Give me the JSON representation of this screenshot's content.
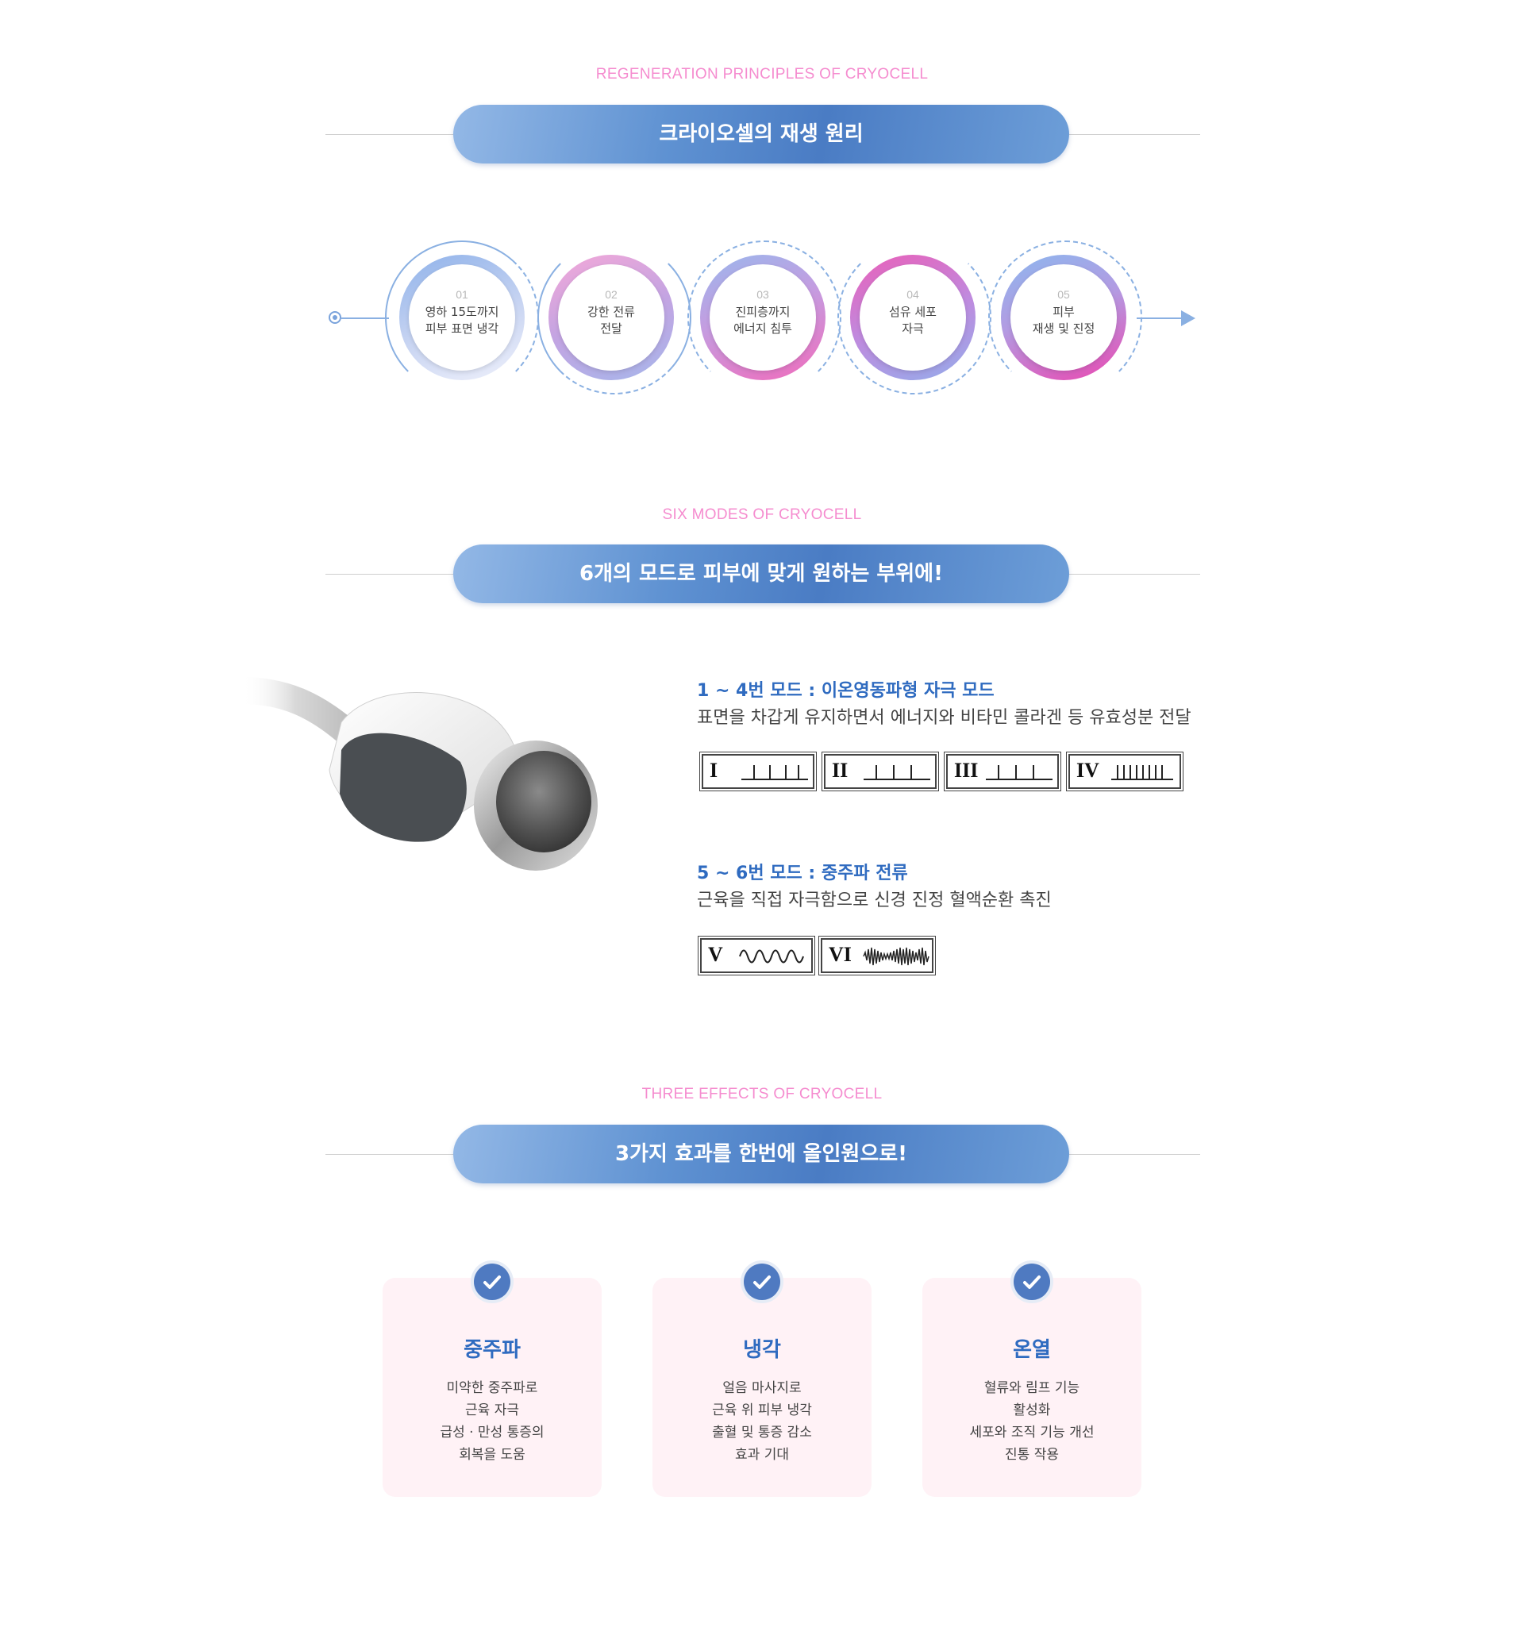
{
  "sections": {
    "principles": {
      "eyebrow": "REGENERATION PRINCIPLES OF CRYOCELL",
      "title": "크라이오셀의 재생 원리",
      "steps": [
        {
          "num": "01",
          "line1": "영하 15도까지",
          "line2": "피부 표면 냉각"
        },
        {
          "num": "02",
          "line1": "강한 전류",
          "line2": "전달"
        },
        {
          "num": "03",
          "line1": "진피층까지",
          "line2": "에너지 침투"
        },
        {
          "num": "04",
          "line1": "섬유 세포",
          "line2": "자극"
        },
        {
          "num": "05",
          "line1": "피부",
          "line2": "재생 및 진정"
        }
      ]
    },
    "modes": {
      "eyebrow": "SIX MODES OF CRYOCELL",
      "title": "6개의 모드로 피부에 맞게 원하는 부위에!",
      "group1": {
        "title": "1 ~ 4번 모드 : 이온영동파형 자극 모드",
        "desc": "표면을 차갑게 유지하면서 에너지와 비타민 콜라겐 등 유효성분 전달",
        "waves": [
          "I",
          "II",
          "III",
          "IV"
        ]
      },
      "group2": {
        "title": "5 ~ 6번 모드 : 중주파 전류",
        "desc": "근육을 직접 자극함으로 신경 진정 혈액순환 촉진",
        "waves": [
          "V",
          "VI"
        ]
      }
    },
    "effects": {
      "eyebrow": "THREE EFFECTS OF CRYOCELL",
      "title": "3가지 효과를 한번에 올인원으로!",
      "cards": [
        {
          "title": "중주파",
          "lines": [
            "미약한 중주파로",
            "근육 자극",
            "급성 · 만성 통증의",
            "회복을 도움"
          ]
        },
        {
          "title": "냉각",
          "lines": [
            "얼음 마사지로",
            "근육 위 피부 냉각",
            "출혈 및 통증 감소",
            "효과 기대"
          ]
        },
        {
          "title": "온열",
          "lines": [
            "혈류와 림프 기능",
            "활성화",
            "세포와 조직 기능 개선",
            "진통 작용"
          ]
        }
      ]
    }
  },
  "colors": {
    "accent_blue": "#4f7ac1",
    "eyebrow_pink": "#f58ccf",
    "card_bg": "#fff2f6"
  }
}
